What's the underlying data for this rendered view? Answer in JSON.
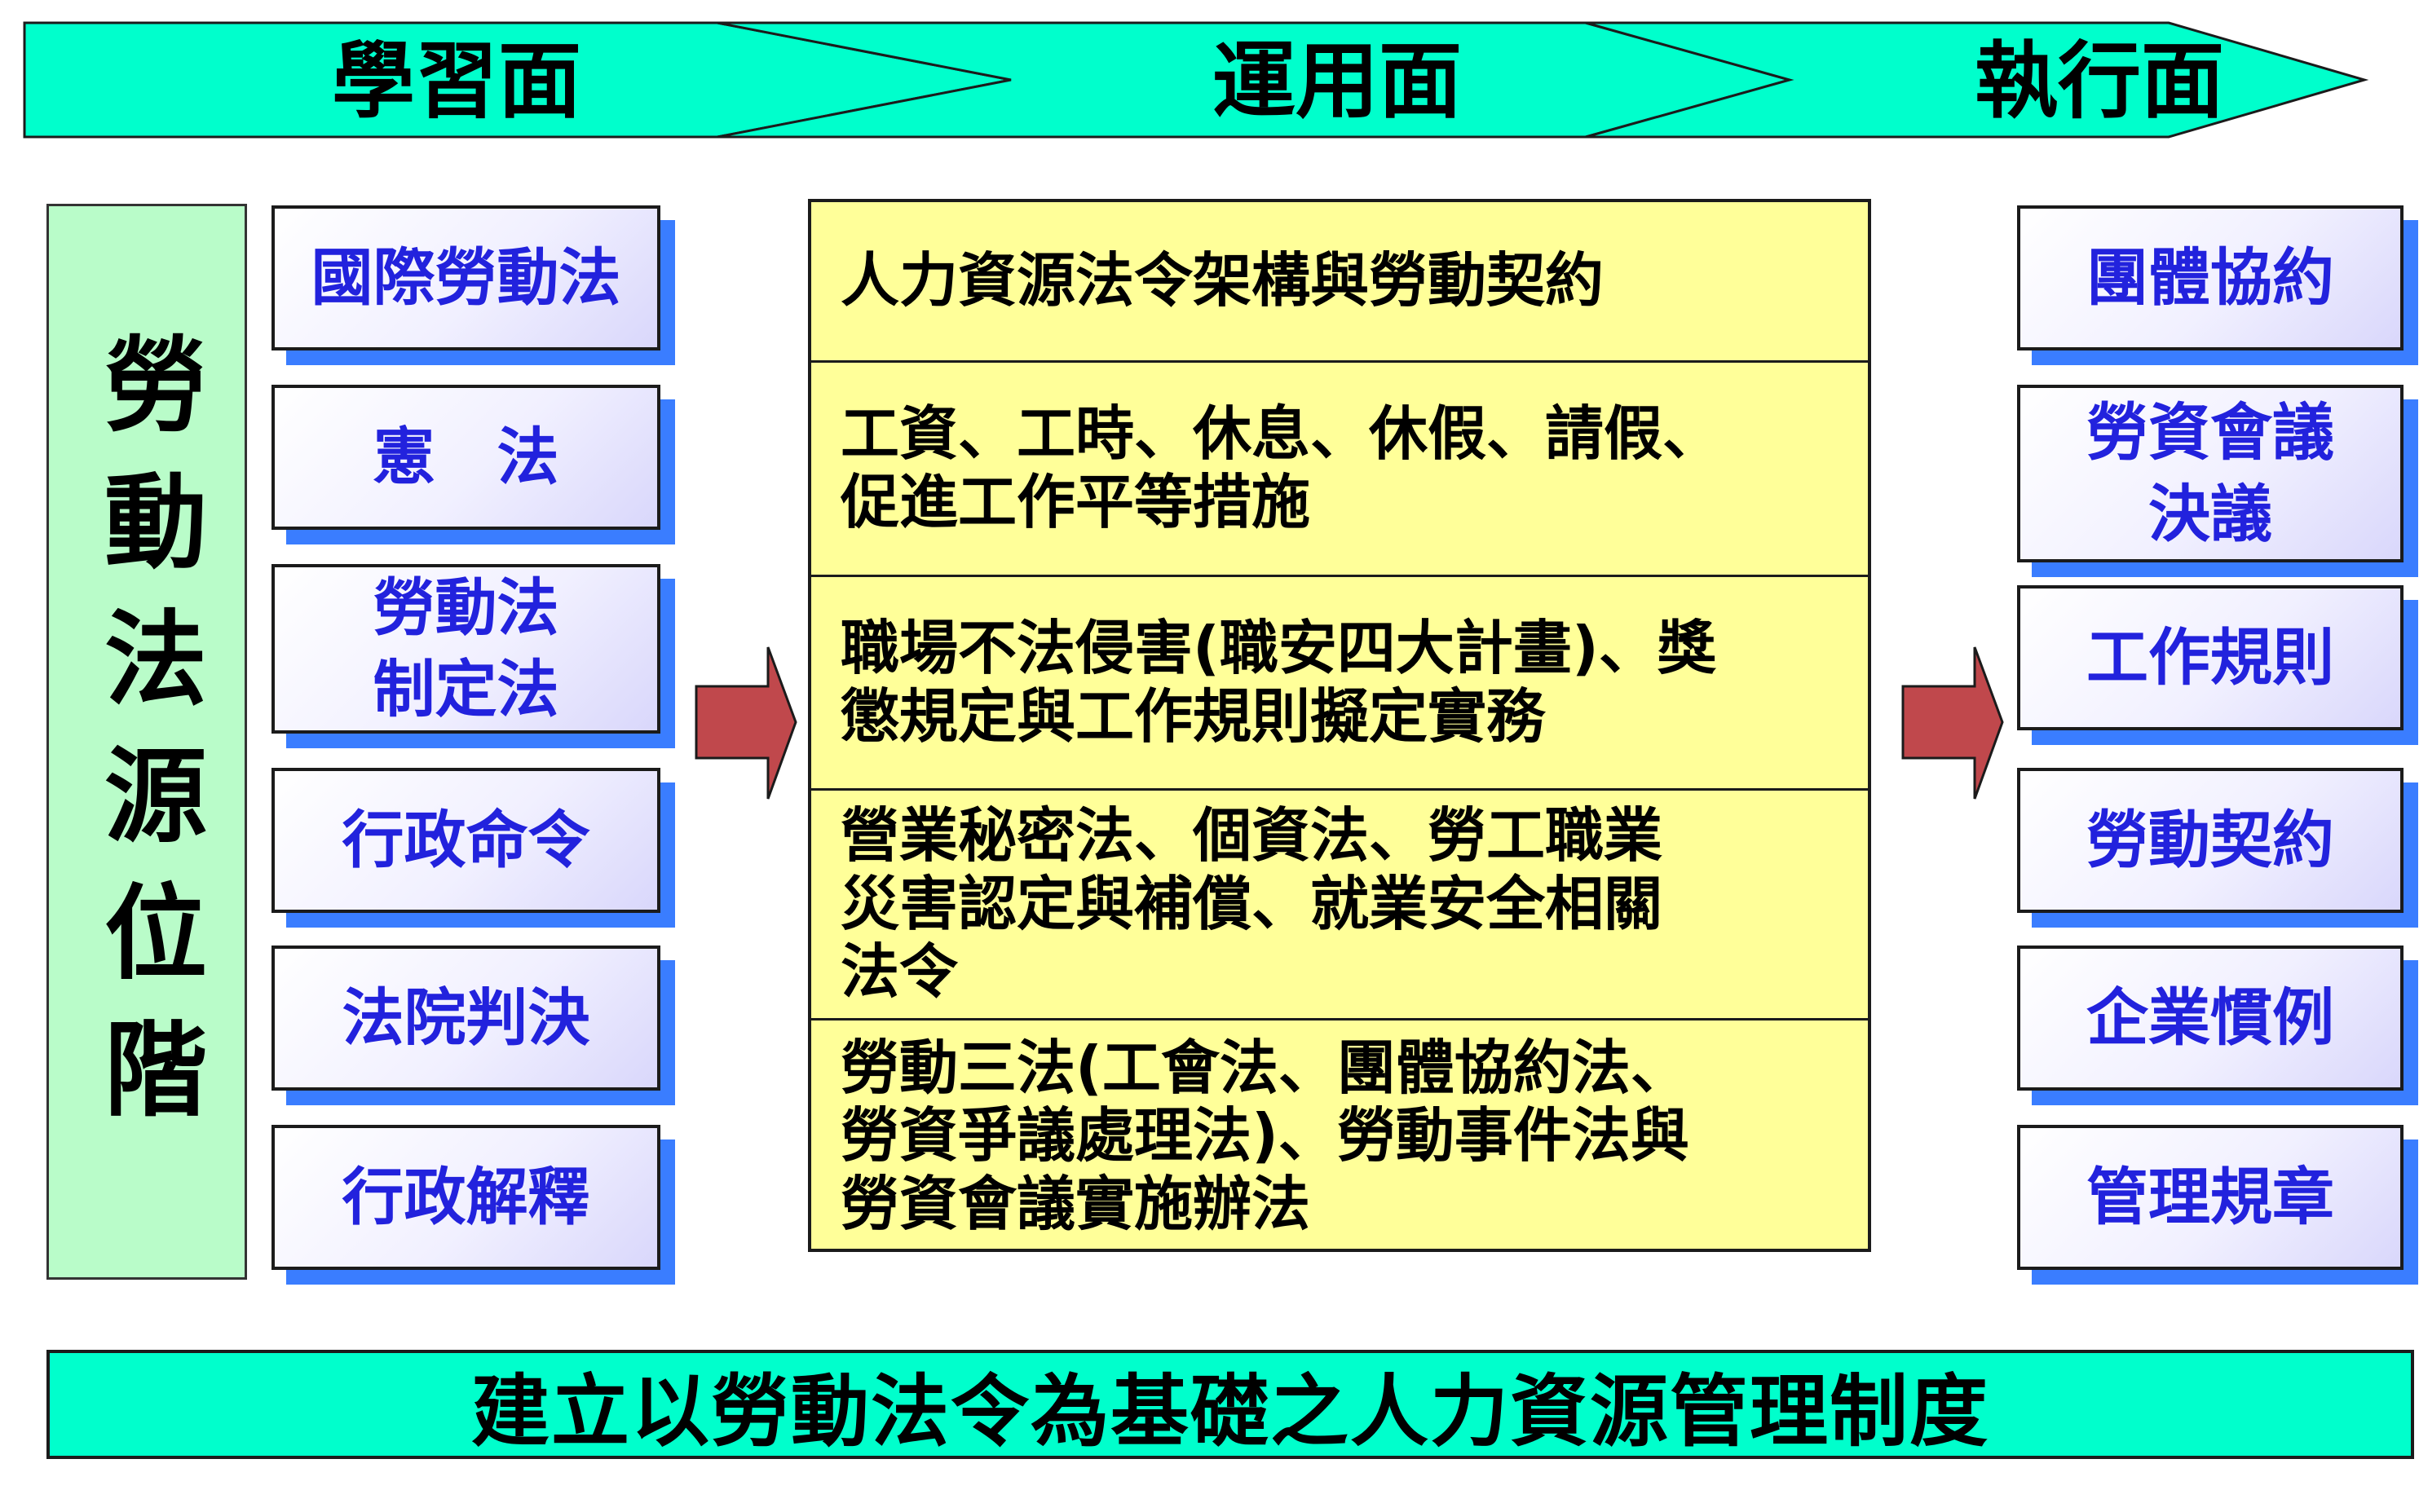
{
  "header": {
    "phases": [
      "學習面",
      "運用面",
      "執行面"
    ],
    "fill_color": "#00ffcc"
  },
  "left_title": "勞動法源位階",
  "law_sources": [
    "國際勞動法",
    "憲　法",
    "勞動法\n制定法",
    "行政命令",
    "法院判決",
    "行政解釋"
  ],
  "center_rows": [
    "人力資源法令架構與勞動契約",
    "工資、工時、休息、休假、請假、\n促進工作平等措施",
    "職場不法侵害(職安四大計畫)、獎\n懲規定與工作規則擬定實務",
    "營業秘密法、個資法、勞工職業\n災害認定與補償、就業安全相關\n法令",
    "勞動三法(工會法、團體協約法、\n勞資爭議處理法)、勞動事件法與\n勞資會議實施辦法"
  ],
  "execution_items": [
    "團體協約",
    "勞資會議\n決議",
    "工作規則",
    "勞動契約",
    "企業慣例",
    "管理規章"
  ],
  "banner": "建立以勞動法令為基礎之人力資源管理制度",
  "colors": {
    "teal": "#00ffcc",
    "mint": "#b9fcc9",
    "box_text_blue": "#2222dd",
    "box_shadow_blue": "#3a7dff",
    "table_yellow": "#ffff99",
    "arrow_red": "#c0484c"
  }
}
